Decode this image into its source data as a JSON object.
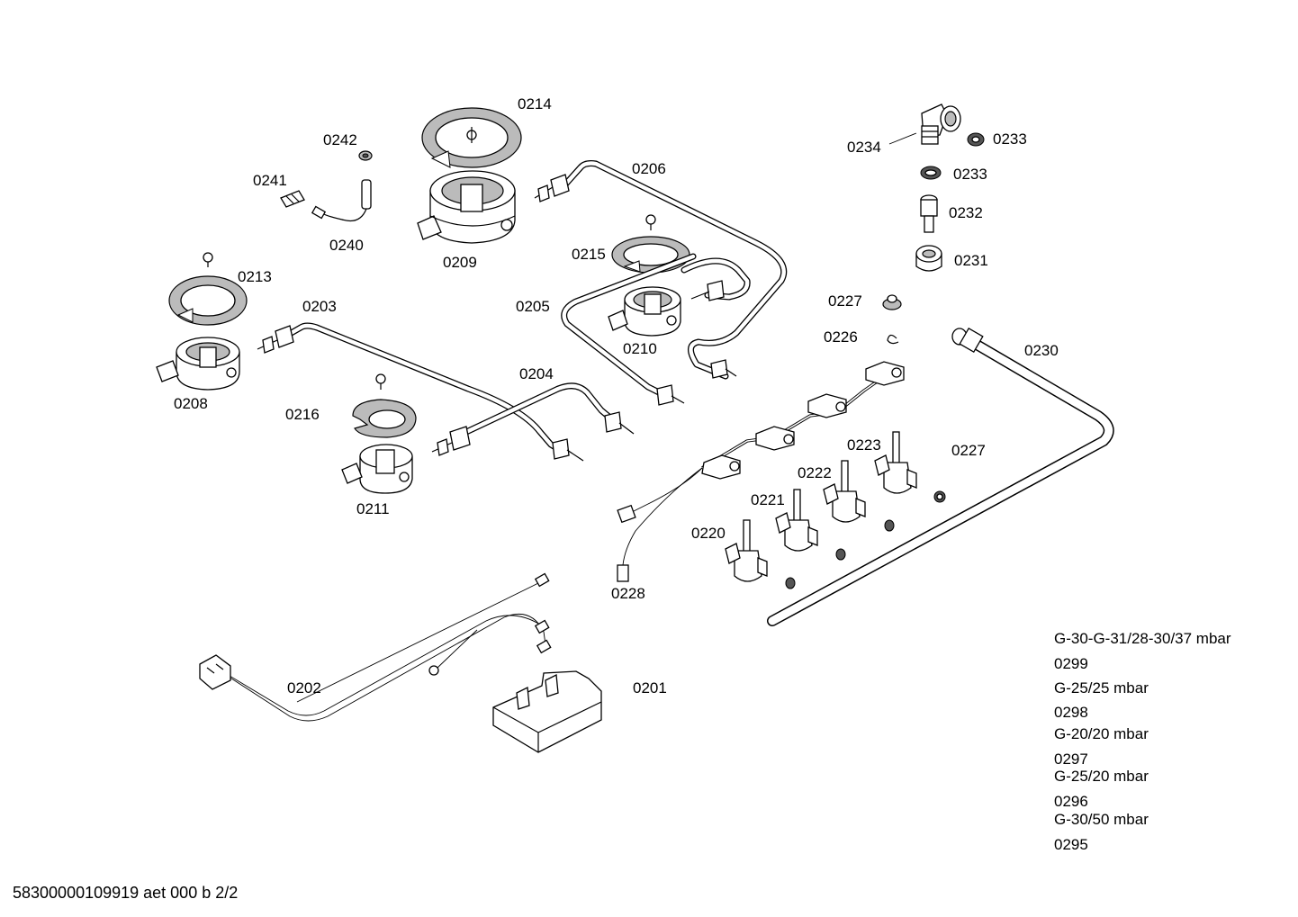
{
  "parts": [
    {
      "id": "p0214",
      "label": "0214"
    },
    {
      "id": "p0242",
      "label": "0242"
    },
    {
      "id": "p0241",
      "label": "0241"
    },
    {
      "id": "p0240",
      "label": "0240"
    },
    {
      "id": "p0209",
      "label": "0209"
    },
    {
      "id": "p0206",
      "label": "0206"
    },
    {
      "id": "p0215",
      "label": "0215"
    },
    {
      "id": "p0205",
      "label": "0205"
    },
    {
      "id": "p0210",
      "label": "0210"
    },
    {
      "id": "p0213",
      "label": "0213"
    },
    {
      "id": "p0203",
      "label": "0203"
    },
    {
      "id": "p0208",
      "label": "0208"
    },
    {
      "id": "p0216",
      "label": "0216"
    },
    {
      "id": "p0204",
      "label": "0204"
    },
    {
      "id": "p0211",
      "label": "0211"
    },
    {
      "id": "p0234",
      "label": "0234"
    },
    {
      "id": "p0233a",
      "label": "0233"
    },
    {
      "id": "p0233b",
      "label": "0233"
    },
    {
      "id": "p0232",
      "label": "0232"
    },
    {
      "id": "p0231",
      "label": "0231"
    },
    {
      "id": "p0227a",
      "label": "0227"
    },
    {
      "id": "p0226",
      "label": "0226"
    },
    {
      "id": "p0230",
      "label": "0230"
    },
    {
      "id": "p0223",
      "label": "0223"
    },
    {
      "id": "p0227b",
      "label": "0227"
    },
    {
      "id": "p0222",
      "label": "0222"
    },
    {
      "id": "p0221",
      "label": "0221"
    },
    {
      "id": "p0220",
      "label": "0220"
    },
    {
      "id": "p0228",
      "label": "0228"
    },
    {
      "id": "p0202",
      "label": "0202"
    },
    {
      "id": "p0201",
      "label": "0201"
    }
  ],
  "gas_legend": [
    "G-30-G-31/28-30/37 mbar",
    "0299",
    "G-25/25 mbar",
    "0298",
    "G-20/20 mbar",
    "0297",
    "G-25/20 mbar",
    "0296",
    "G-30/50 mbar",
    "0295"
  ],
  "footer": "58300000109919 aet 000 b 2/2"
}
